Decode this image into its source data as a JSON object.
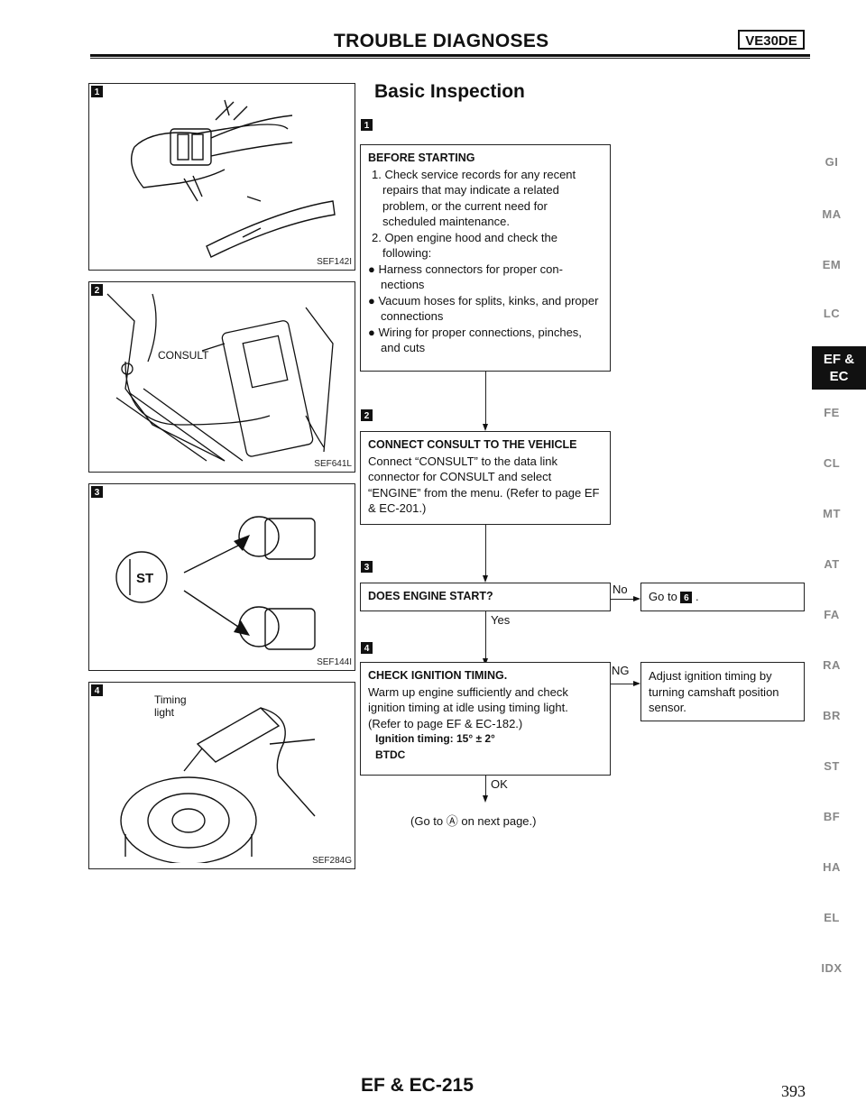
{
  "header": {
    "title": "TROUBLE DIAGNOSES",
    "badge": "VE30DE"
  },
  "section_title": "Basic Inspection",
  "markers": {
    "m1": "1",
    "m2": "2",
    "m3": "3",
    "m4": "4"
  },
  "figures": [
    {
      "code": "SEF142I"
    },
    {
      "code": "SEF641L",
      "label": "CONSULT"
    },
    {
      "code": "SEF144I",
      "key_label": "ST"
    },
    {
      "code": "SEF284G",
      "label": "Timing light"
    }
  ],
  "step1": {
    "title": "BEFORE STARTING",
    "items": [
      "1. Check service records for any recent repairs that may indicate a related problem, or the current need for scheduled maintenance.",
      "2. Open engine hood and check the following:"
    ],
    "bullets": [
      "Harness connectors for proper con-nections",
      "Vacuum hoses for splits, kinks, and proper connections",
      "Wiring for proper connections, pinches, and cuts"
    ]
  },
  "step2": {
    "title": "CONNECT CONSULT TO THE VEHICLE",
    "body": "Connect “CONSULT” to the data link connector for CONSULT and select “ENGINE” from the menu. (Refer to page EF & EC-201.)"
  },
  "step3": {
    "title": "DOES ENGINE START?",
    "no_label": "No",
    "no_action": "Go to",
    "no_marker": "6",
    "yes_label": "Yes"
  },
  "step4": {
    "title": "CHECK IGNITION TIMING.",
    "body": "Warm up engine sufficiently and check ignition timing at idle using timing light. (Refer to page EF & EC-182.)",
    "spec_line1": "Ignition timing: 15° ± 2°",
    "spec_line2": "BTDC",
    "ng_label": "NG",
    "ng_action": "Adjust ignition timing by turning camshaft position sensor.",
    "ok_label": "OK",
    "next": "(Go to Ⓐ on next page.)"
  },
  "side_nav": [
    "GI",
    "MA",
    "EM",
    "LC",
    "EF & EC",
    "FE",
    "CL",
    "MT",
    "AT",
    "FA",
    "RA",
    "BR",
    "ST",
    "BF",
    "HA",
    "EL",
    "IDX"
  ],
  "footer": {
    "code": "EF & EC-215",
    "page": "393"
  }
}
